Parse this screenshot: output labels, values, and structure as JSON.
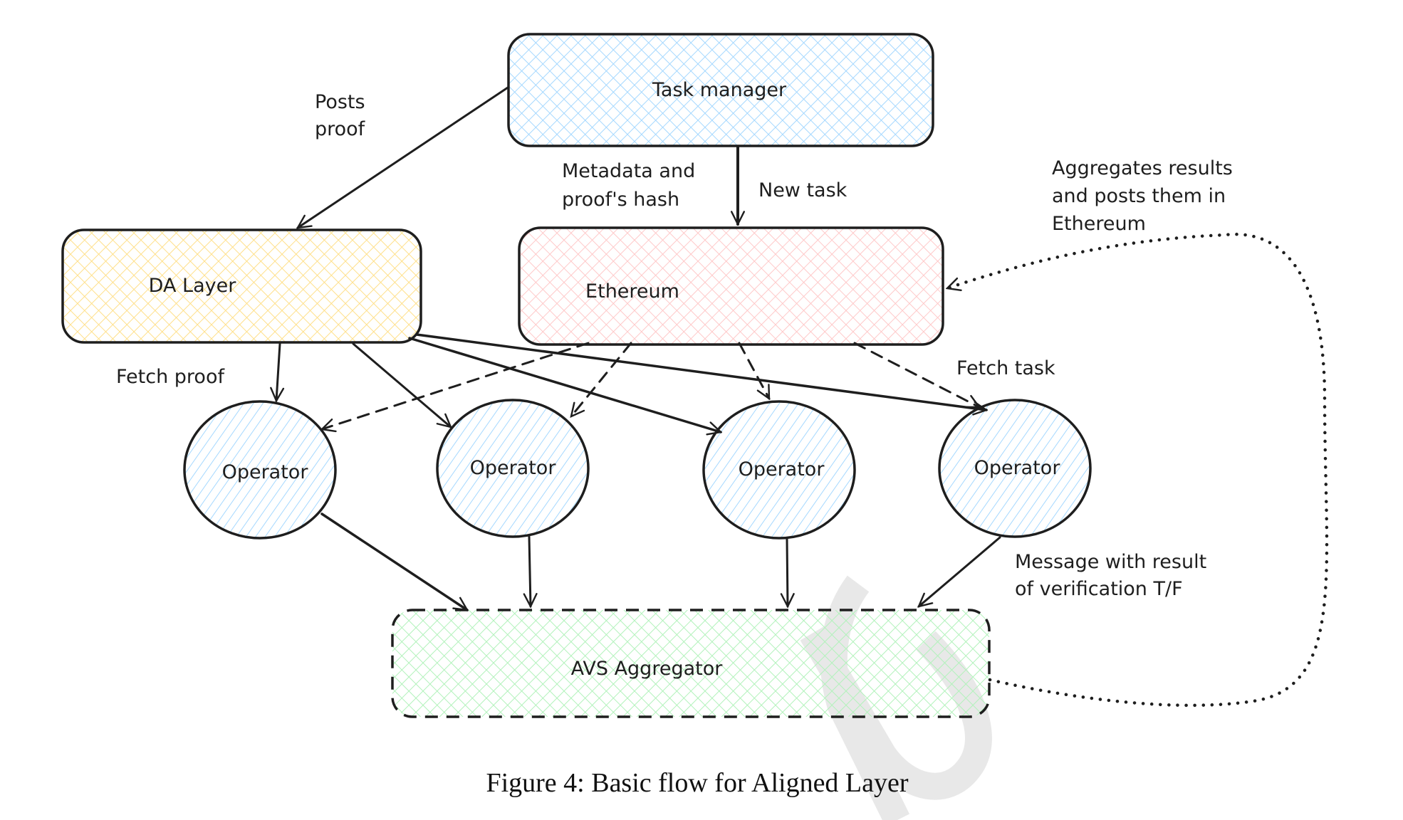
{
  "colors": {
    "task_manager": "#a5d8ff",
    "da_layer": "#ffec99",
    "ethereum": "#ffc9c9",
    "operator": "#a5d8ff",
    "aggregator": "#b2f2bb",
    "stroke": "#1e1e1e",
    "watermark": "#e6e6e6"
  },
  "nodes": {
    "task_manager": "Task manager",
    "da_layer": "DA Layer",
    "ethereum": "Ethereum",
    "operators": [
      "Operator",
      "Operator",
      "Operator",
      "Operator"
    ],
    "aggregator": "AVS Aggregator"
  },
  "edge_labels": {
    "posts_proof": [
      "Posts",
      "proof"
    ],
    "metadata": [
      "Metadata and",
      "proof's hash"
    ],
    "new_task": "New task",
    "aggregates": [
      "Aggregates results",
      "and posts them in",
      "Ethereum"
    ],
    "fetch_proof": "Fetch proof",
    "fetch_task": "Fetch task",
    "message": [
      "Message with result",
      "of verification T/F"
    ]
  },
  "caption": "Figure 4: Basic flow for Aligned Layer"
}
